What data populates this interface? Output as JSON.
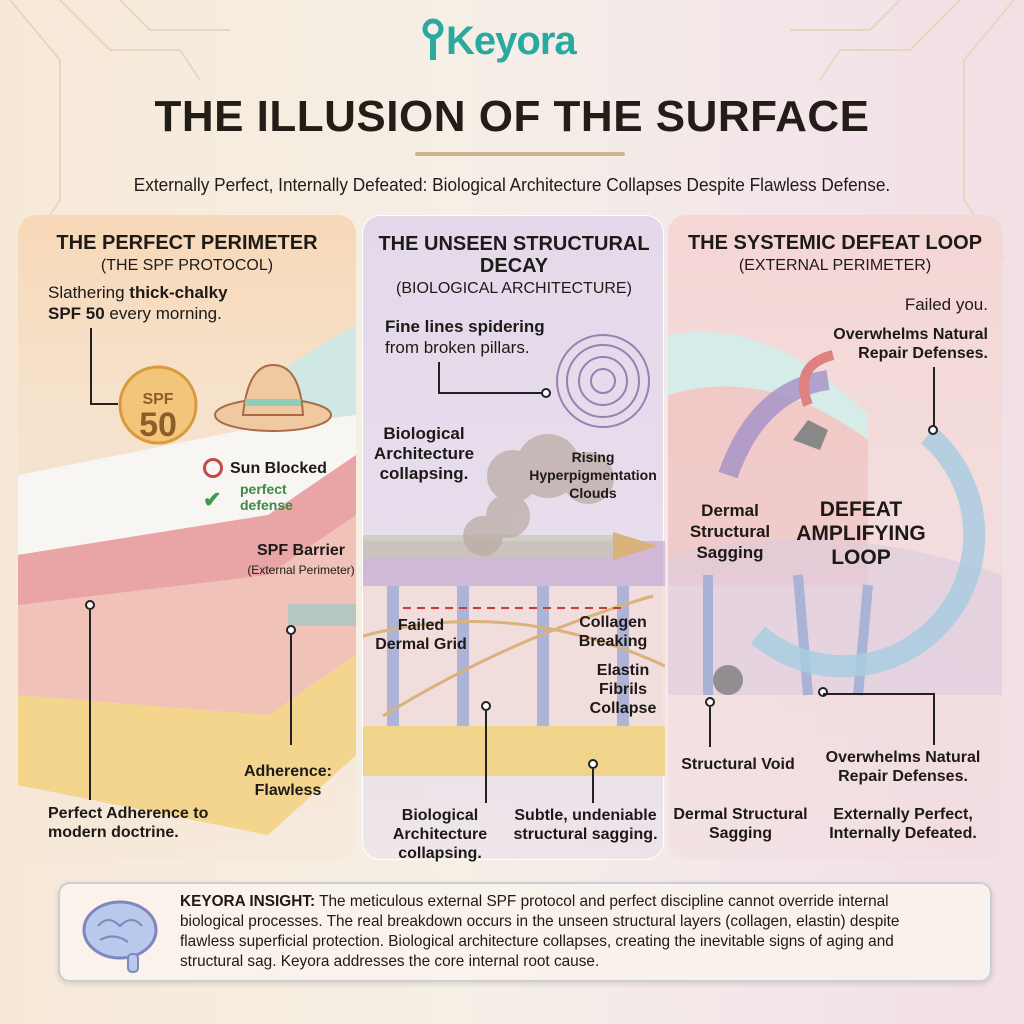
{
  "brand": {
    "name": "Keyora",
    "color": "#2aa9a0"
  },
  "header": {
    "title": "THE ILLUSION OF THE SURFACE",
    "subtitle": "Externally Perfect, Internally Defeated: Biological Architecture Collapses Despite Flawless Defense."
  },
  "panels": [
    {
      "title": "THE PERFECT PERIMETER",
      "subtitle": "(THE SPF PROTOCOL)",
      "labels": {
        "slathering_a": "Slathering ",
        "slathering_b": "thick-chalky",
        "slathering_c": "SPF 50",
        "slathering_d": " every morning.",
        "spf_badge_top": "SPF",
        "spf_badge_num": "50",
        "sun_blocked": "Sun Blocked",
        "perfect_defense": "perfect defense",
        "spf_barrier": "SPF Barrier",
        "spf_barrier_sub": "(External Perimeter)",
        "adherence": "Adherence: Flawless",
        "perfect_adherence": "Perfect Adherence to modern doctrine."
      }
    },
    {
      "title": "THE UNSEEN STRUCTURAL DECAY",
      "subtitle": "(BIOLOGICAL ARCHITECTURE)",
      "labels": {
        "fine_lines_a": "Fine lines spidering",
        "fine_lines_b": "from broken pillars.",
        "bio_collapsing": "Biological Architecture collapsing.",
        "rising_clouds": "Rising Hyperpigmentation Clouds",
        "failed_grid": "Failed Dermal Grid",
        "collagen": "Collagen Breaking",
        "elastin": "Elastin Fibrils Collapse",
        "bio_collapsing_bottom": "Biological Architecture collapsing.",
        "subtle_sagging": "Subtle, undeniable structural sagging."
      }
    },
    {
      "title": "THE SYSTEMIC DEFEAT LOOP",
      "subtitle": "(EXTERNAL PERIMETER)",
      "labels": {
        "failed_you": "Failed you.",
        "overwhelms_top": "Overwhelms Natural Repair Defenses.",
        "dermal_sagging": "Dermal Structural Sagging",
        "loop": "DEFEAT AMPLIFYING LOOP",
        "structural_void": "Structural Void",
        "overwhelms_bottom": "Overwhelms Natural Repair Defenses.",
        "dermal_sagging_bottom": "Dermal Structural Sagging",
        "externally_perfect": "Externally Perfect, Internally Defeated."
      }
    }
  ],
  "insight": {
    "label": "KEYORA INSIGHT:",
    "text": " The meticulous external SPF protocol and perfect discipline cannot override internal biological processes. The real breakdown occurs in the unseen structural layers (collagen, elastin) despite flawless superficial protection. Biological architecture collapses, creating the inevitable signs of aging and structural sag. Keyora addresses the core internal root cause."
  }
}
